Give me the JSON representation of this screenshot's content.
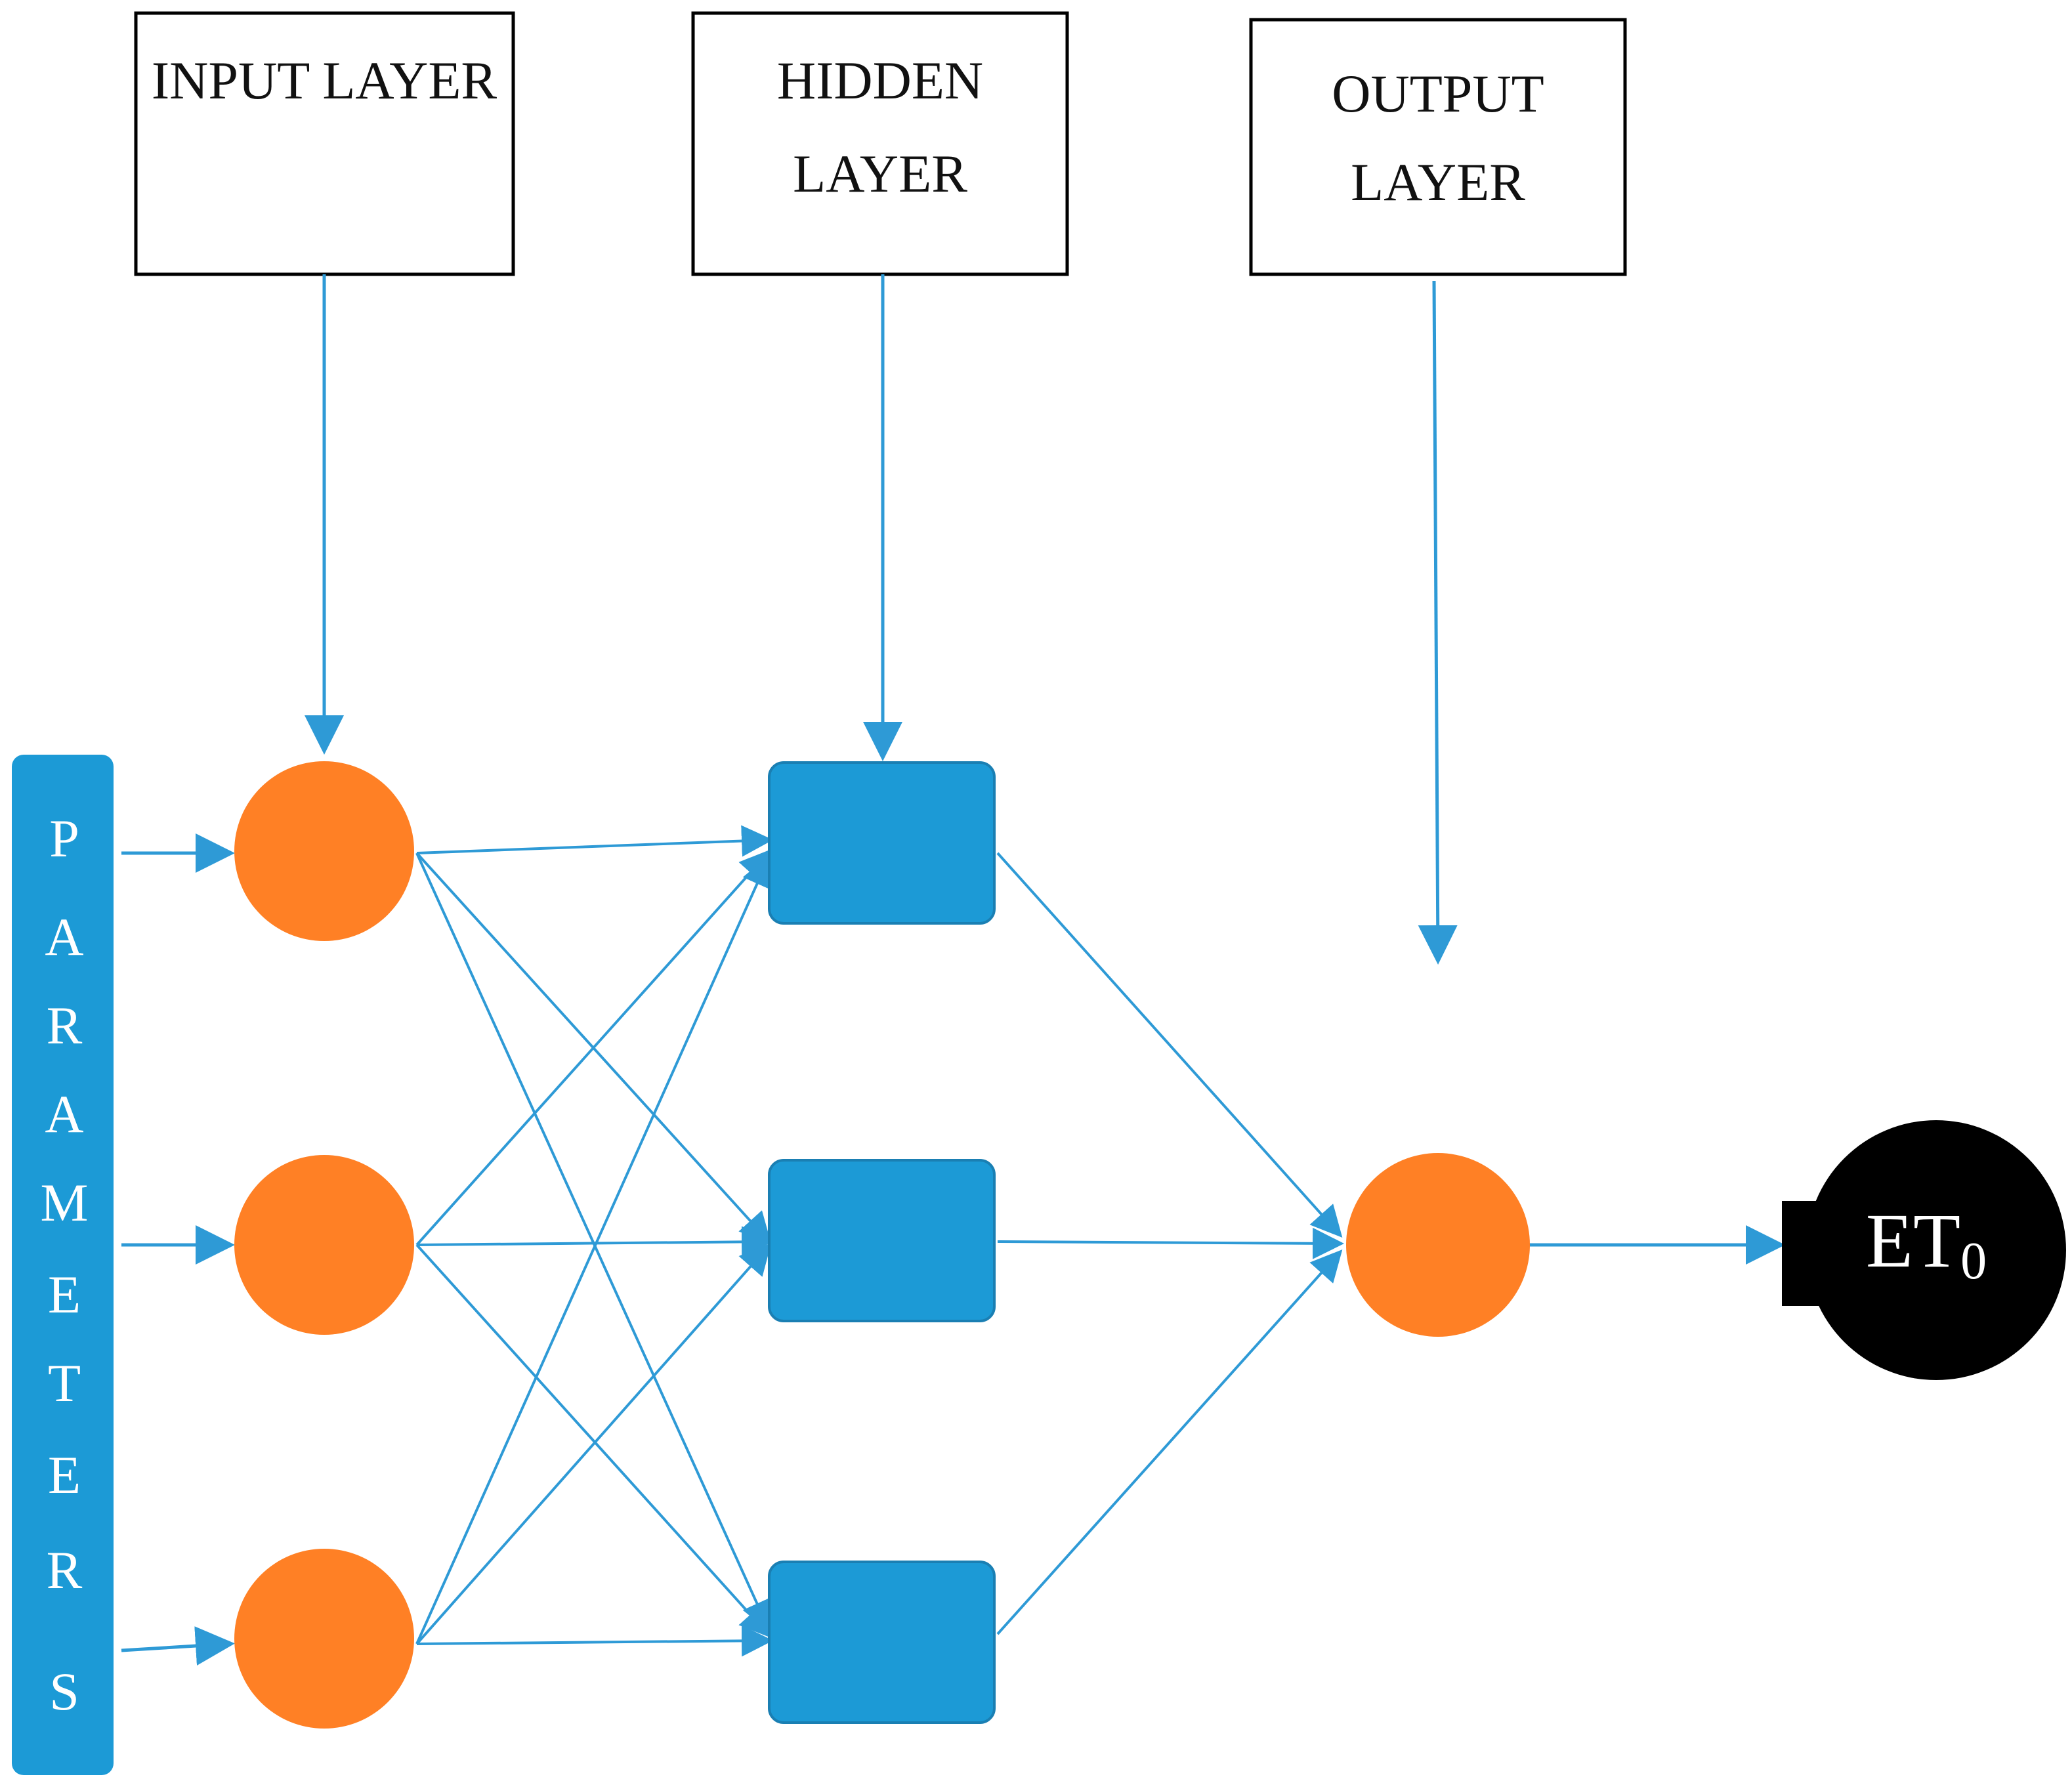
{
  "layer_boxes": [
    {
      "id": "input",
      "lines": [
        "INPUT LAYER"
      ]
    },
    {
      "id": "hidden",
      "lines": [
        "HIDDEN",
        "LAYER"
      ]
    },
    {
      "id": "output",
      "lines": [
        "OUTPUT",
        "LAYER"
      ]
    }
  ],
  "parameters_bar": {
    "letters": [
      "P",
      "A",
      "R",
      "A",
      "M",
      "E",
      "T",
      "E",
      "R",
      "S"
    ]
  },
  "output_node": {
    "label_main": "ET",
    "label_sub": "0"
  },
  "colors": {
    "line": "#2E9AD6",
    "input_node": "#FF8025",
    "hidden_node": "#1C9AD6",
    "hidden_node_border": "#1A7FB3",
    "output_circle": "#000000",
    "parameters_bar": "#1C9AD6",
    "box_border": "#000000"
  },
  "icons": {
    "arrow": "arrowhead-icon"
  }
}
